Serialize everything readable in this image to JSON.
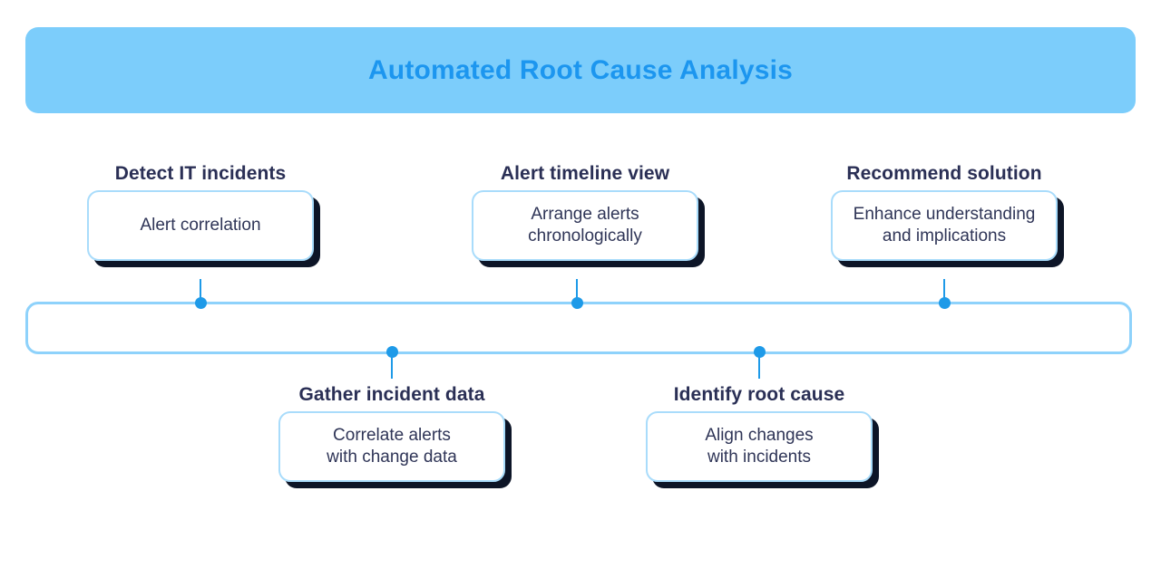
{
  "banner": {
    "title": "Automated Root Cause Analysis",
    "background_color": "#7ccdfb",
    "text_color": "#1c96ef"
  },
  "timeline_bar": {
    "border_color": "#8ed2fb",
    "fill_color": "#ffffff"
  },
  "connector": {
    "color": "#1e9ae8"
  },
  "card_style": {
    "background_color": "#ffffff",
    "border_color": "#a9dcfb",
    "shadow_color": "#0d1527",
    "text_color": "#2f3557",
    "label_color": "#2a2f55"
  },
  "nodes_top": [
    {
      "label": "Detect IT incidents",
      "card_text": "Alert correlation"
    },
    {
      "label": "Alert timeline view",
      "card_text": "Arrange alerts\nchronologically"
    },
    {
      "label": "Recommend solution",
      "card_text": "Enhance understanding\nand implications"
    }
  ],
  "nodes_bottom": [
    {
      "label": "Gather incident data",
      "card_text": "Correlate alerts\nwith change data"
    },
    {
      "label": "Identify root cause",
      "card_text": "Align changes\nwith incidents"
    }
  ]
}
